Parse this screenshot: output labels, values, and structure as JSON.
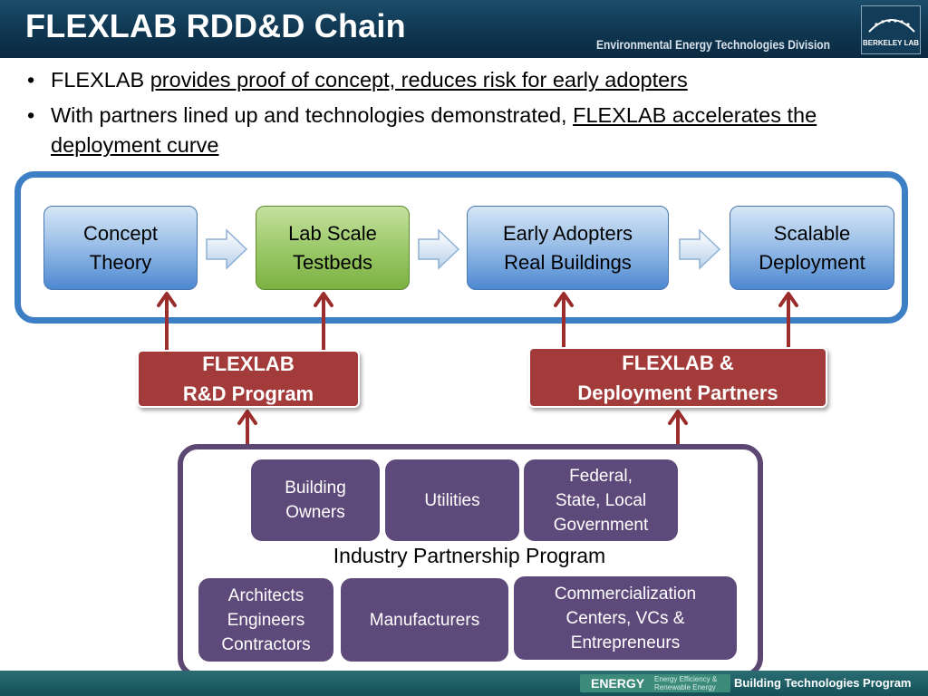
{
  "header": {
    "title": "FLEXLAB RDD&D Chain",
    "division": "Environmental Energy Technologies Division",
    "logo_text": "BERKELEY LAB"
  },
  "bullets": [
    {
      "prefix": "FLEXLAB ",
      "underlined": "provides proof of concept, reduces risk for early adopters"
    },
    {
      "prefix": "With partners lined up and technologies demonstrated, ",
      "underlined": "FLEXLAB accelerates the deployment curve"
    }
  ],
  "chain": {
    "stage1": {
      "line1": "Concept",
      "line2": "Theory"
    },
    "stage2": {
      "line1": "Lab Scale",
      "line2": "Testbeds"
    },
    "stage3": {
      "line1": "Early Adopters",
      "line2": "Real Buildings"
    },
    "stage4": {
      "line1": "Scalable",
      "line2": "Deployment"
    }
  },
  "programs": {
    "rd": {
      "line1": "FLEXLAB",
      "line2": "R&D Program"
    },
    "partners": {
      "line1": "FLEXLAB &",
      "line2": "Deployment Partners"
    }
  },
  "partnership": {
    "label": "Industry Partnership Program",
    "owners": {
      "line1": "Building",
      "line2": "Owners"
    },
    "utilities": "Utilities",
    "government": {
      "line1": "Federal,",
      "line2": "State, Local",
      "line3": "Government"
    },
    "aec": {
      "line1": "Architects",
      "line2": "Engineers",
      "line3": "Contractors"
    },
    "manufacturers": "Manufacturers",
    "commercialization": {
      "line1": "Commercialization",
      "line2": "Centers, VCs &",
      "line3": "Entrepreneurs"
    }
  },
  "footer": {
    "energy": "ENERGY",
    "energy_sub1": "Energy Efficiency &",
    "energy_sub2": "Renewable Energy",
    "program": "Building Technologies Program"
  },
  "colors": {
    "header": "#0f3651",
    "blue_frame": "#3d7fc4",
    "green": "#9cc96a",
    "red": "#a33b3b",
    "purple": "#5e4a7a",
    "arrow": "#9b2d2d"
  }
}
